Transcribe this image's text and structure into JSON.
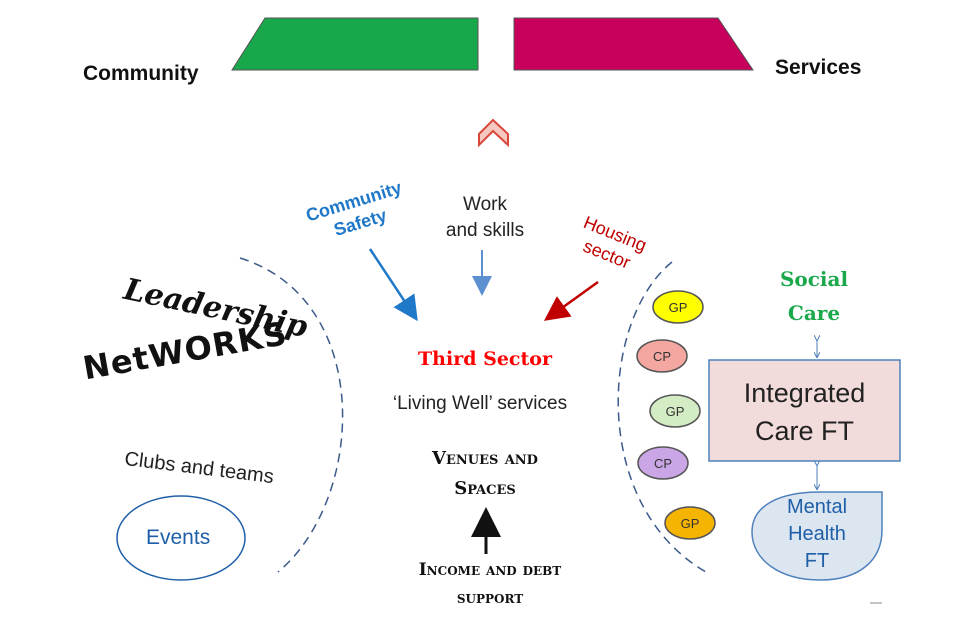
{
  "top": {
    "left_label": "Community",
    "right_label": "Services",
    "left_color": "#19a74b",
    "right_color": "#c7005c"
  },
  "left": {
    "leadership": "Leadership",
    "networks": "NetWORKS",
    "clubs": "Clubs and teams",
    "events": "Events"
  },
  "center": {
    "community_safety_line1": "Community",
    "community_safety_line2": "Safety",
    "work_line1": "Work",
    "work_line2": "and skills",
    "housing_line1": "Housing",
    "housing_line2": "sector",
    "third_sector": "Third Sector",
    "living_well": "‘Living Well’ services",
    "venues_line1": "Venues and",
    "venues_line2": "Spaces",
    "income_line1": "Income and debt",
    "income_line2": "support"
  },
  "right": {
    "social_line1": "Social",
    "social_line2": "Care",
    "integrated_line1": "Integrated",
    "integrated_line2": "Care FT",
    "mental_line1": "Mental",
    "mental_line2": "Health",
    "mental_line3": "FT",
    "badges": [
      {
        "label": "GP",
        "color": "#ffff00"
      },
      {
        "label": "CP",
        "color": "#f4a7a0"
      },
      {
        "label": "GP",
        "color": "#d4ecc4"
      },
      {
        "label": "CP",
        "color": "#caa6e6"
      },
      {
        "label": "GP",
        "color": "#f5b400"
      }
    ]
  },
  "colors": {
    "blue": "#1f78c8",
    "red": "#c00000",
    "green": "#1aa84b",
    "care_fill": "#f2dcdb",
    "care_border": "#4f81bd",
    "mental_fill": "#dce6f1"
  }
}
